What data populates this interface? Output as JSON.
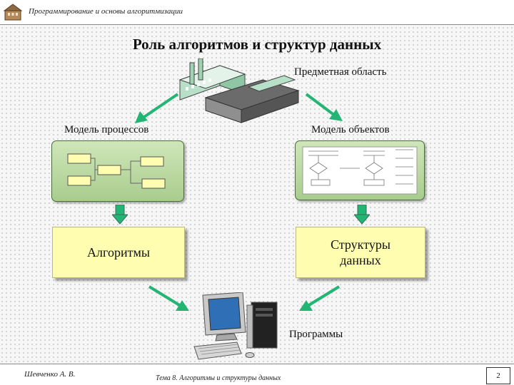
{
  "header": {
    "text": "Программирование и основы алгоритмизации"
  },
  "title": "Роль алгоритмов и структур данных",
  "labels": {
    "subject": "Предметная область",
    "process_model": "Модель процессов",
    "object_model": "Модель объектов",
    "programs": "Программы"
  },
  "boxes": {
    "algorithms": "Алгоритмы",
    "data_structures": "Структуры\nданных"
  },
  "footer": {
    "author": "Шевченко А. В.",
    "topic": "Тема 8. Алгоритмы и структуры данных",
    "page": "2"
  },
  "colors": {
    "arrow_green": "#22b573",
    "box_yellow": "#fffdb0",
    "box_green": "#a9cd8e"
  }
}
